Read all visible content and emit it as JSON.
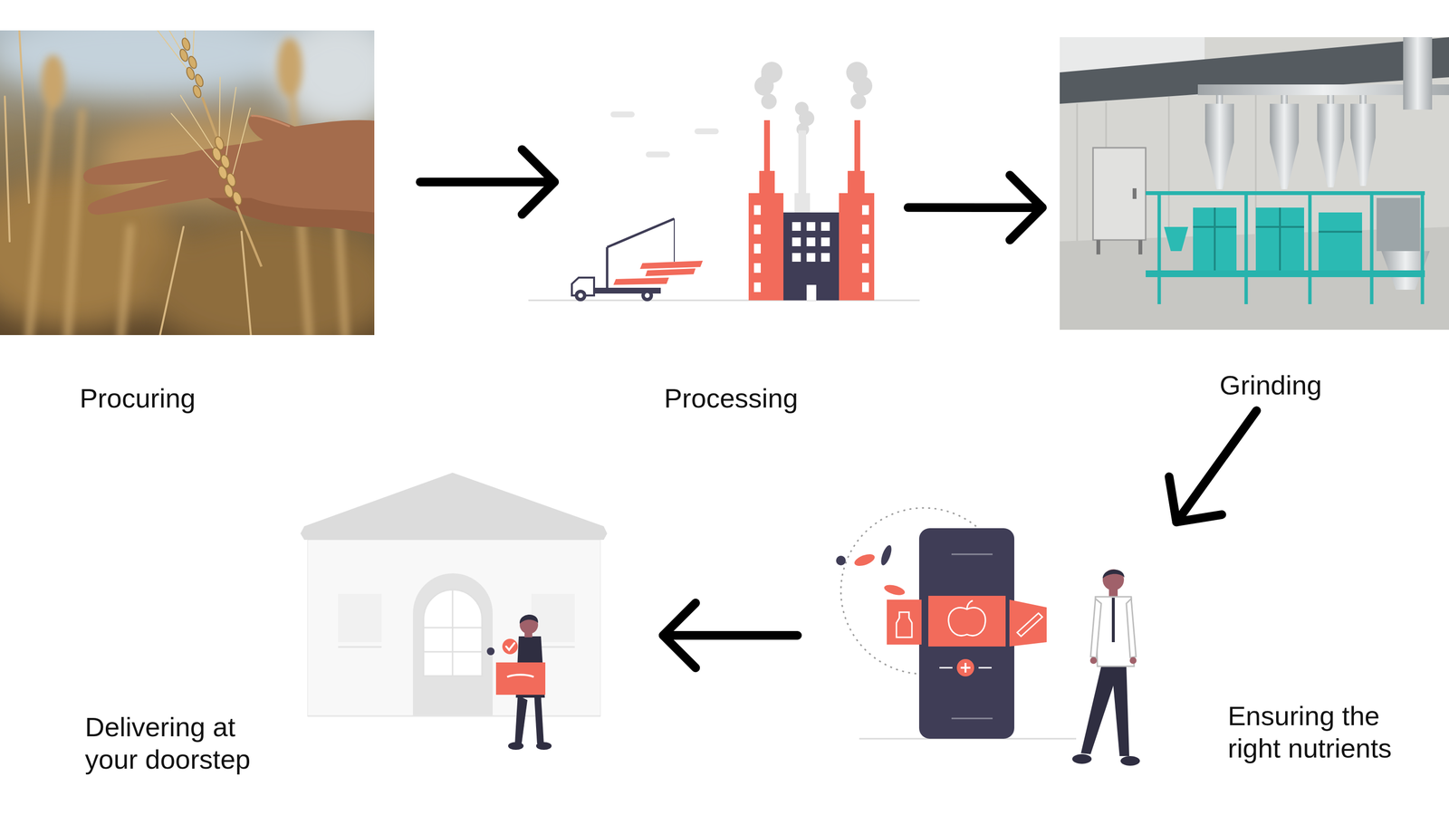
{
  "diagram": {
    "nodes": [
      {
        "text": [
          "Procuring"
        ]
      },
      {
        "text": [
          "Processing"
        ]
      },
      {
        "text": [
          "Grinding"
        ]
      },
      {
        "text": [
          "Ensuring the right nutrients"
        ]
      },
      {
        "text": [
          "Delivering at your doorstep"
        ]
      }
    ],
    "edges": [
      {
        "from": 0,
        "to": 1,
        "arrow": "to"
      },
      {
        "from": 1,
        "to": 2,
        "arrow": "to"
      },
      {
        "from": 2,
        "to": 3,
        "arrow": "to"
      },
      {
        "from": 3,
        "to": 4,
        "arrow": "to"
      }
    ]
  }
}
